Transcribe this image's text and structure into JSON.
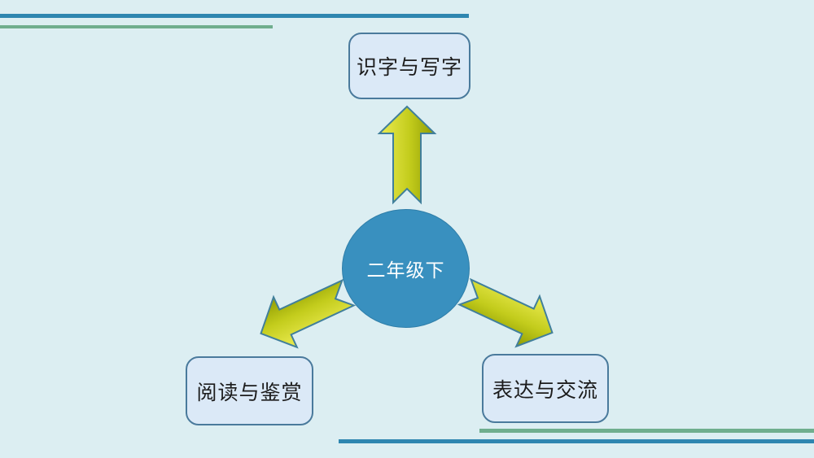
{
  "slide": {
    "background_color": "#dceef2"
  },
  "decor": {
    "blue_line_color": "#2e86b0",
    "green_line_color": "#6fae8e"
  },
  "center": {
    "label": "二年级下",
    "fill_color": "#3990bf",
    "text_color": "#ffffff"
  },
  "nodes": [
    {
      "id": "top",
      "label": "识字与写字"
    },
    {
      "id": "bottom-left",
      "label": "阅读与鉴赏"
    },
    {
      "id": "bottom-right",
      "label": "表达与交流"
    }
  ],
  "node_style": {
    "fill_color": "#dbe9f7",
    "border_color": "#4a7a9c",
    "text_color": "#1c1c1c"
  },
  "arrow": {
    "fill_light": "#ecec52",
    "fill_mid": "#c3cc1c",
    "fill_dark": "#8f9c03",
    "stroke": "#417f9b"
  }
}
